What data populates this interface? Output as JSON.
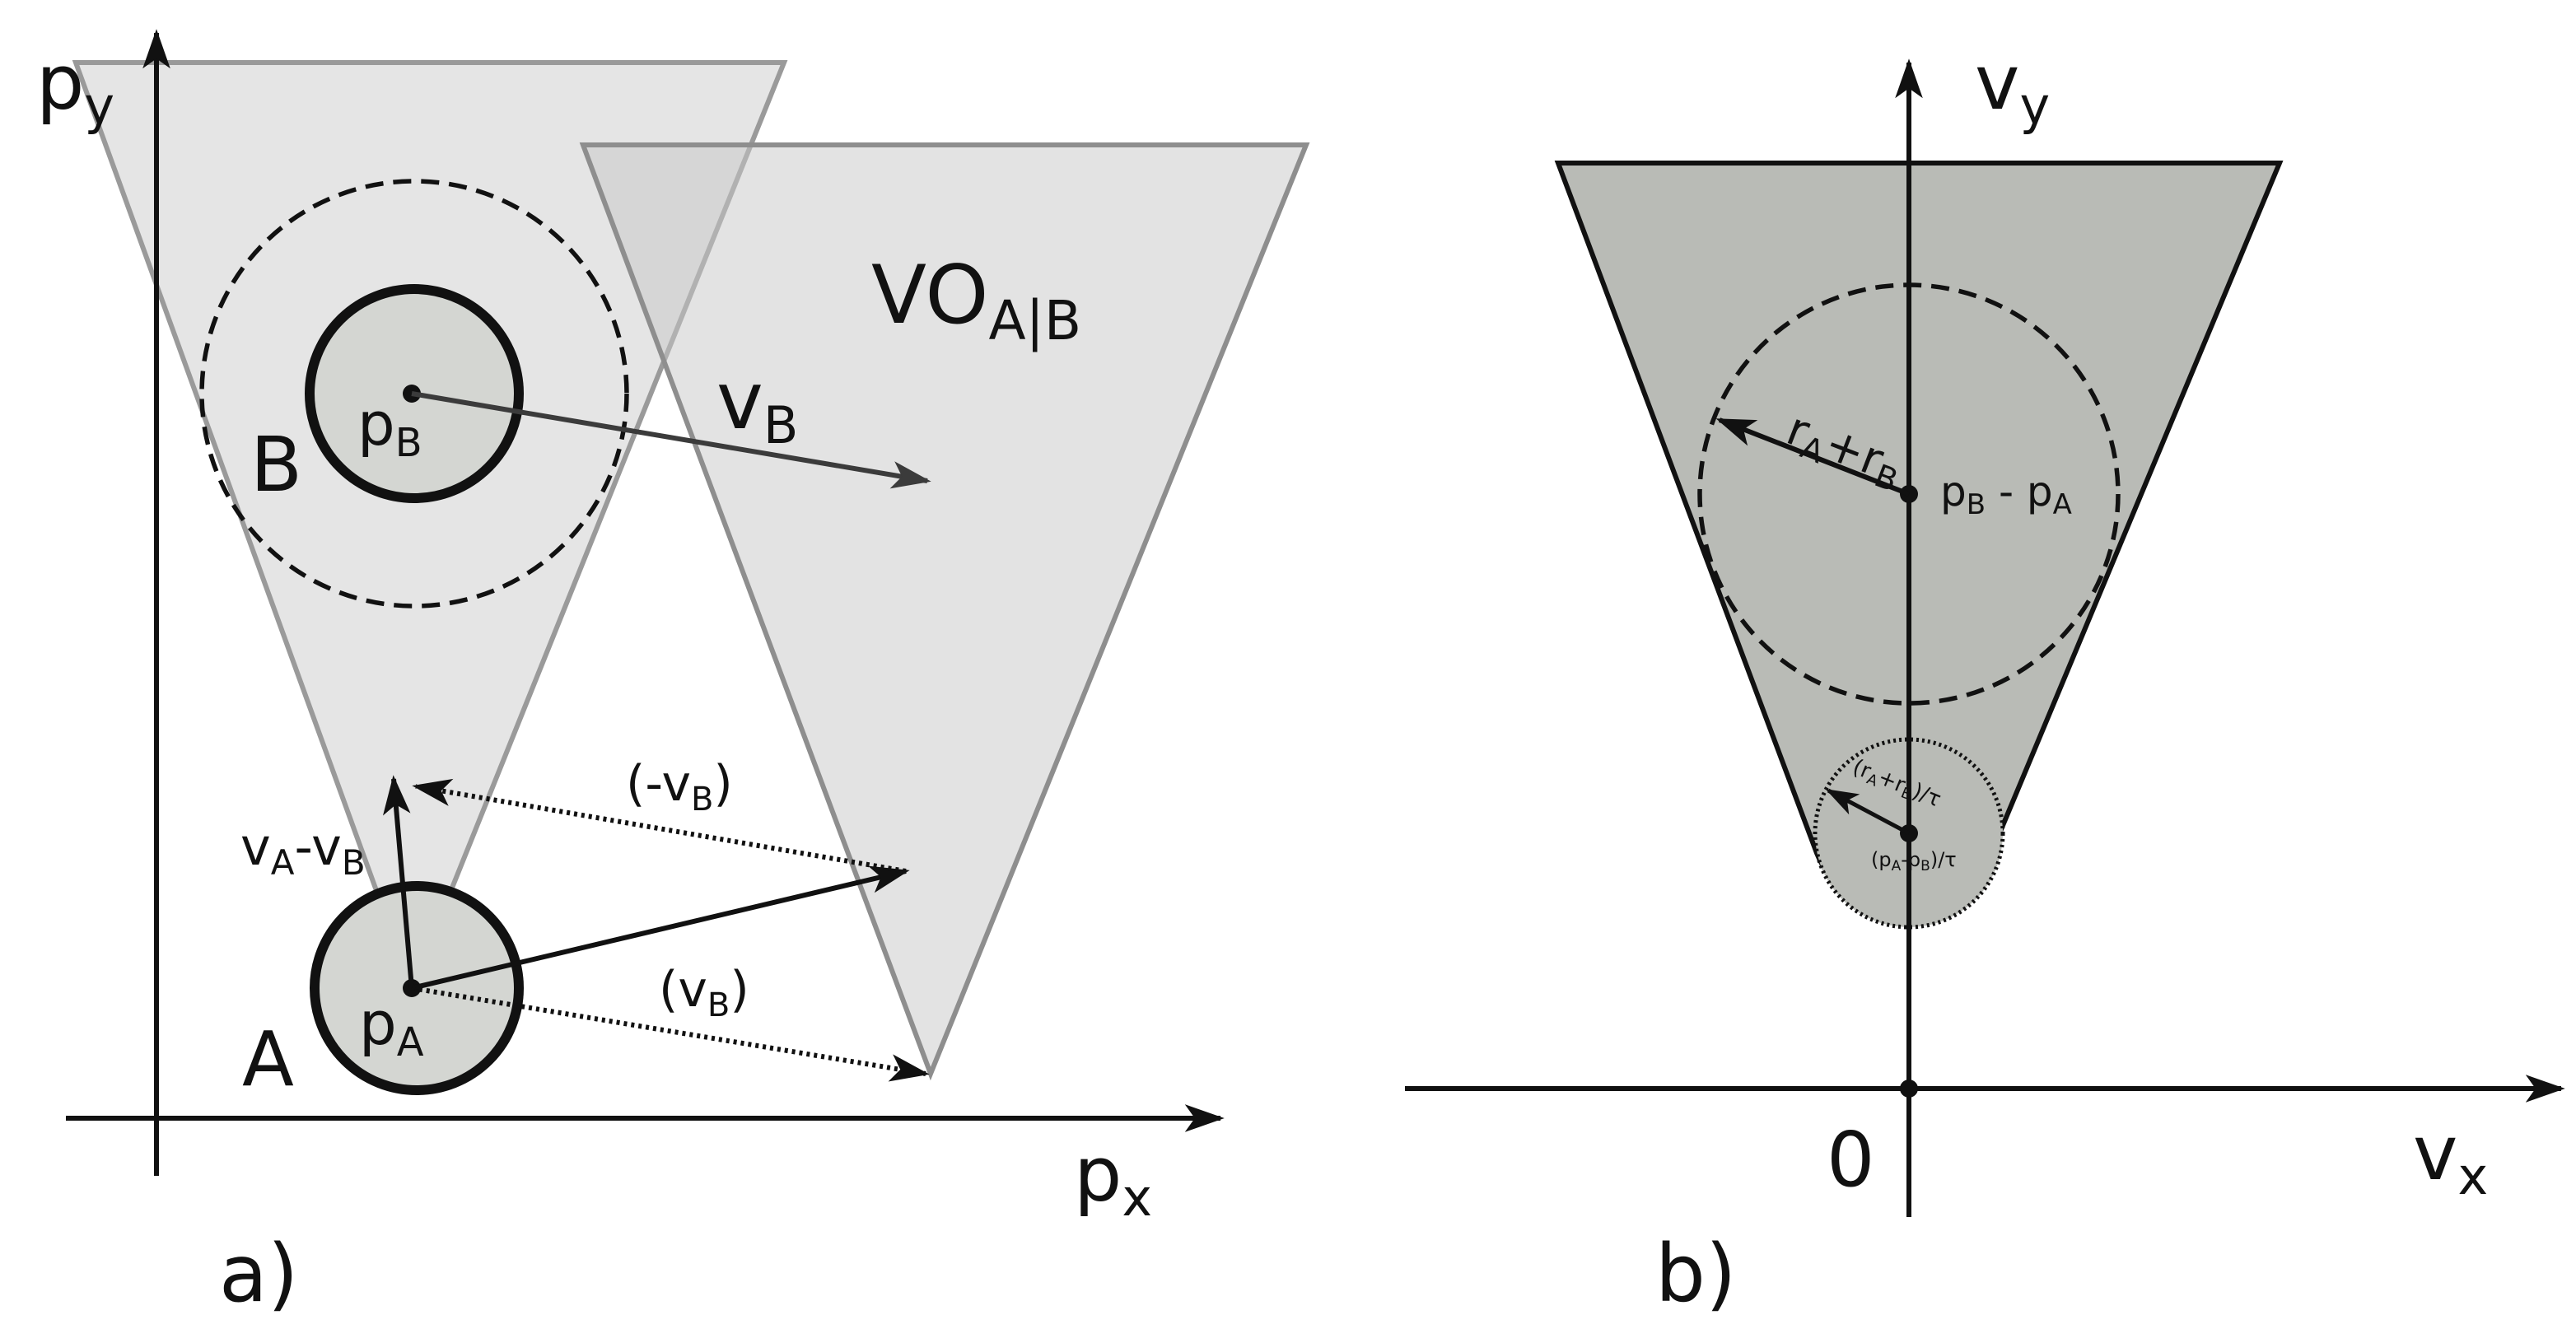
{
  "panel_a": {
    "caption": "a)",
    "axis_x": "p",
    "axis_x_sub": "x",
    "axis_y": "p",
    "axis_y_sub": "y",
    "vo_label": "VO",
    "vo_sub": "A|B",
    "agent_a": "A",
    "agent_b": "B",
    "pos_a": "p",
    "pos_a_sub": "A",
    "pos_b": "p",
    "pos_b_sub": "B",
    "vel_b": "v",
    "vel_b_sub": "B",
    "rel_vel_1": "v",
    "rel_vel_1_sub": "A",
    "rel_vel_2": "-v",
    "rel_vel_2_sub": "B",
    "neg_vb_open": "(-v",
    "neg_vb_sub": "B",
    "neg_vb_close": ")",
    "vb_open": "(v",
    "vb_sub": "B",
    "vb_close": ")"
  },
  "panel_b": {
    "caption": "b)",
    "axis_x": "v",
    "axis_x_sub": "x",
    "axis_y": "v",
    "axis_y_sub": "y",
    "origin": "0",
    "radius_r1": "r",
    "radius_r1_sub": "A",
    "radius_plus": "+r",
    "radius_r2_sub": "B",
    "center_p1": "p",
    "center_p1_sub": "B",
    "center_minus": " - p",
    "center_p2_sub": "A",
    "small_radius": "(r",
    "small_radius_sub1": "A",
    "small_radius_mid": "+r",
    "small_radius_sub2": "B",
    "small_radius_end": ")/τ",
    "small_center": "(p",
    "small_center_sub1": "A",
    "small_center_mid": "-p",
    "small_center_sub2": "B",
    "small_center_end": ")/τ"
  }
}
